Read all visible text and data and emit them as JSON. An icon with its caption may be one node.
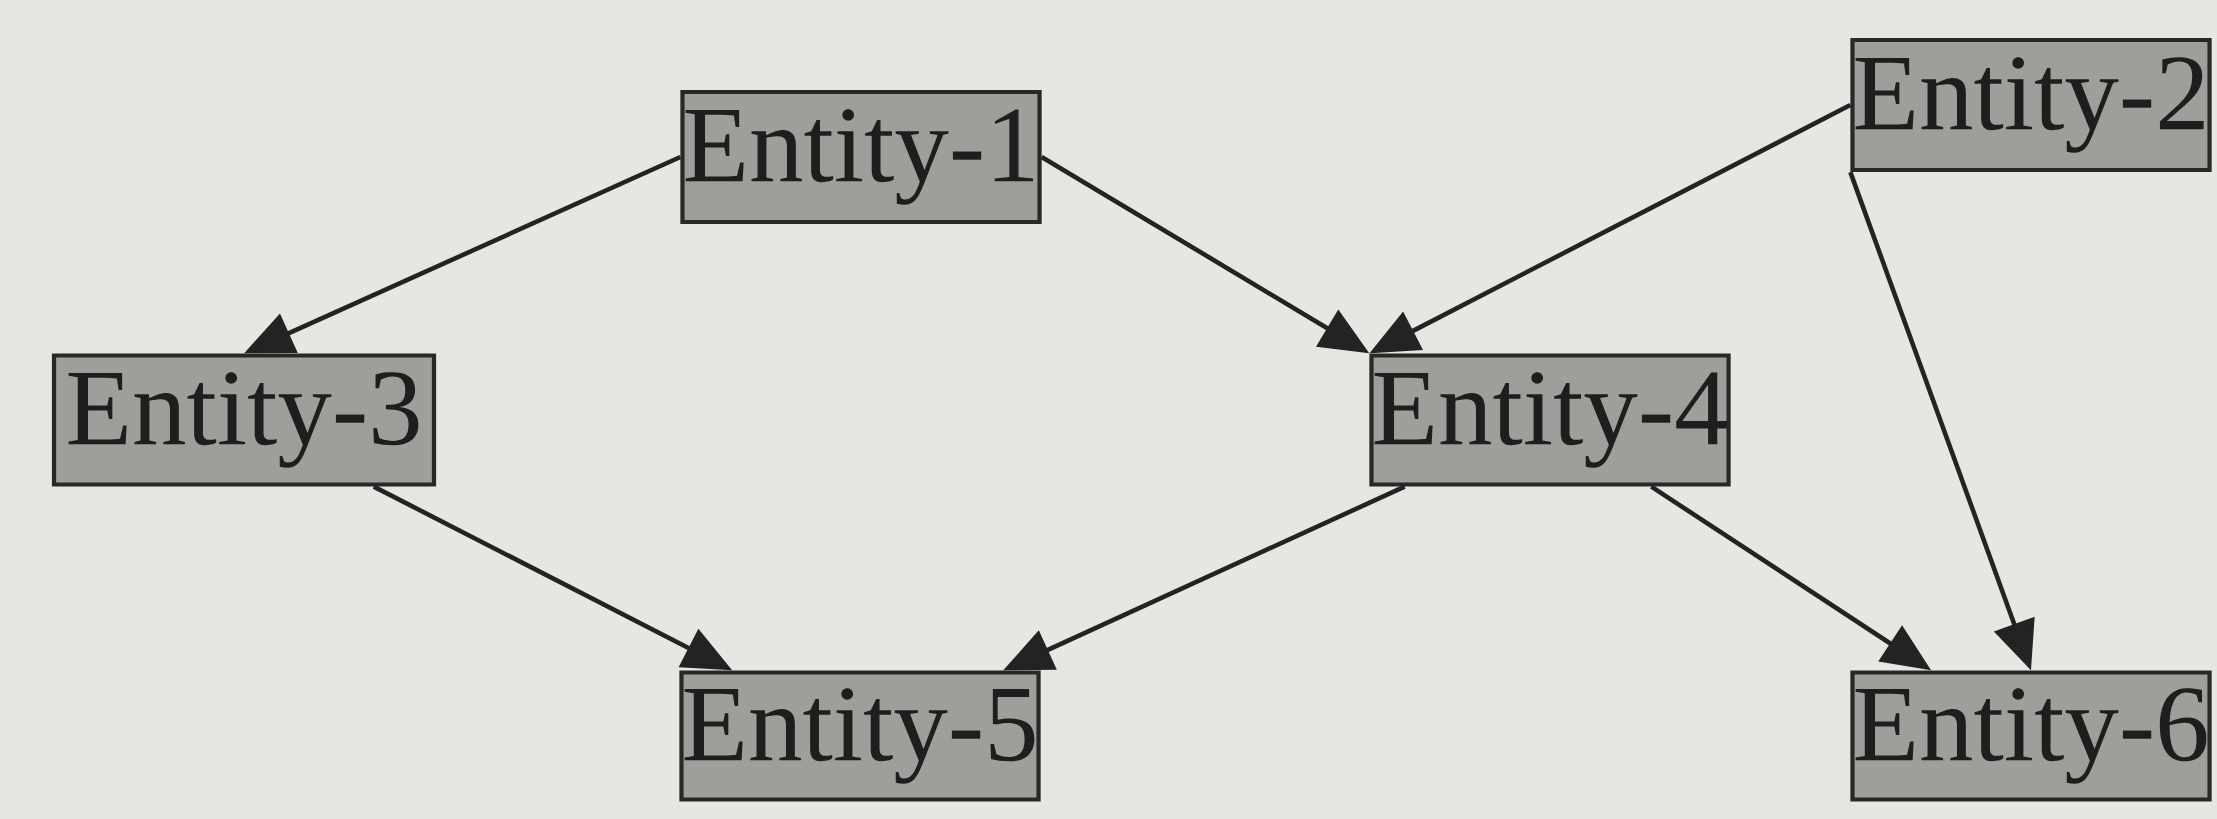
{
  "diagram": {
    "nodes": [
      {
        "text": [
          "Entity-1"
        ]
      },
      {
        "text": [
          "Entity-2"
        ]
      },
      {
        "text": [
          "Entity-3"
        ]
      },
      {
        "text": [
          "Entity-4"
        ]
      },
      {
        "text": [
          "Entity-5"
        ]
      },
      {
        "text": [
          "Entity-6"
        ]
      }
    ],
    "edges": [
      {
        "from": 0,
        "to": 2,
        "arrow": "to"
      },
      {
        "from": 0,
        "to": 3,
        "arrow": "to"
      },
      {
        "from": 1,
        "to": 3,
        "arrow": "to"
      },
      {
        "from": 1,
        "to": 5,
        "arrow": "to"
      },
      {
        "from": 2,
        "to": 4,
        "arrow": "to"
      },
      {
        "from": 3,
        "to": 4,
        "arrow": "to"
      },
      {
        "from": 3,
        "to": 5,
        "arrow": "to"
      }
    ]
  }
}
